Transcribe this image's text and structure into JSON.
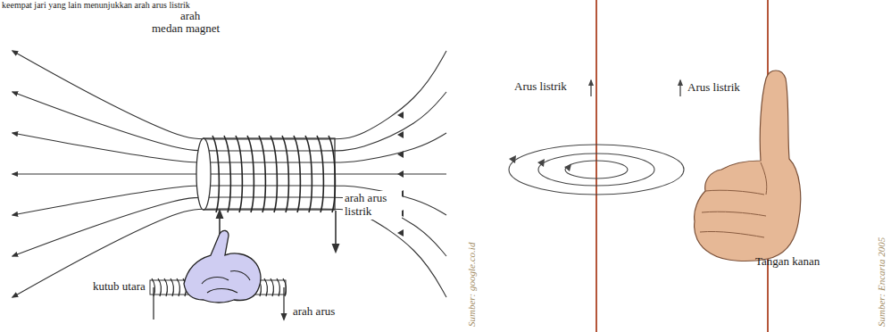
{
  "diagram": {
    "labels": [
      "keempat jari yang lain menunjukkan arah arus listrik",
      "arah",
      "medan magnet",
      "arah arus listrik",
      "kutub utara",
      "arah arus",
      "Sumber: google.co.id",
      "Arus listrik",
      "Arus listrik",
      "Tangan kanan",
      "Sumber: Encarta 2005"
    ]
  }
}
